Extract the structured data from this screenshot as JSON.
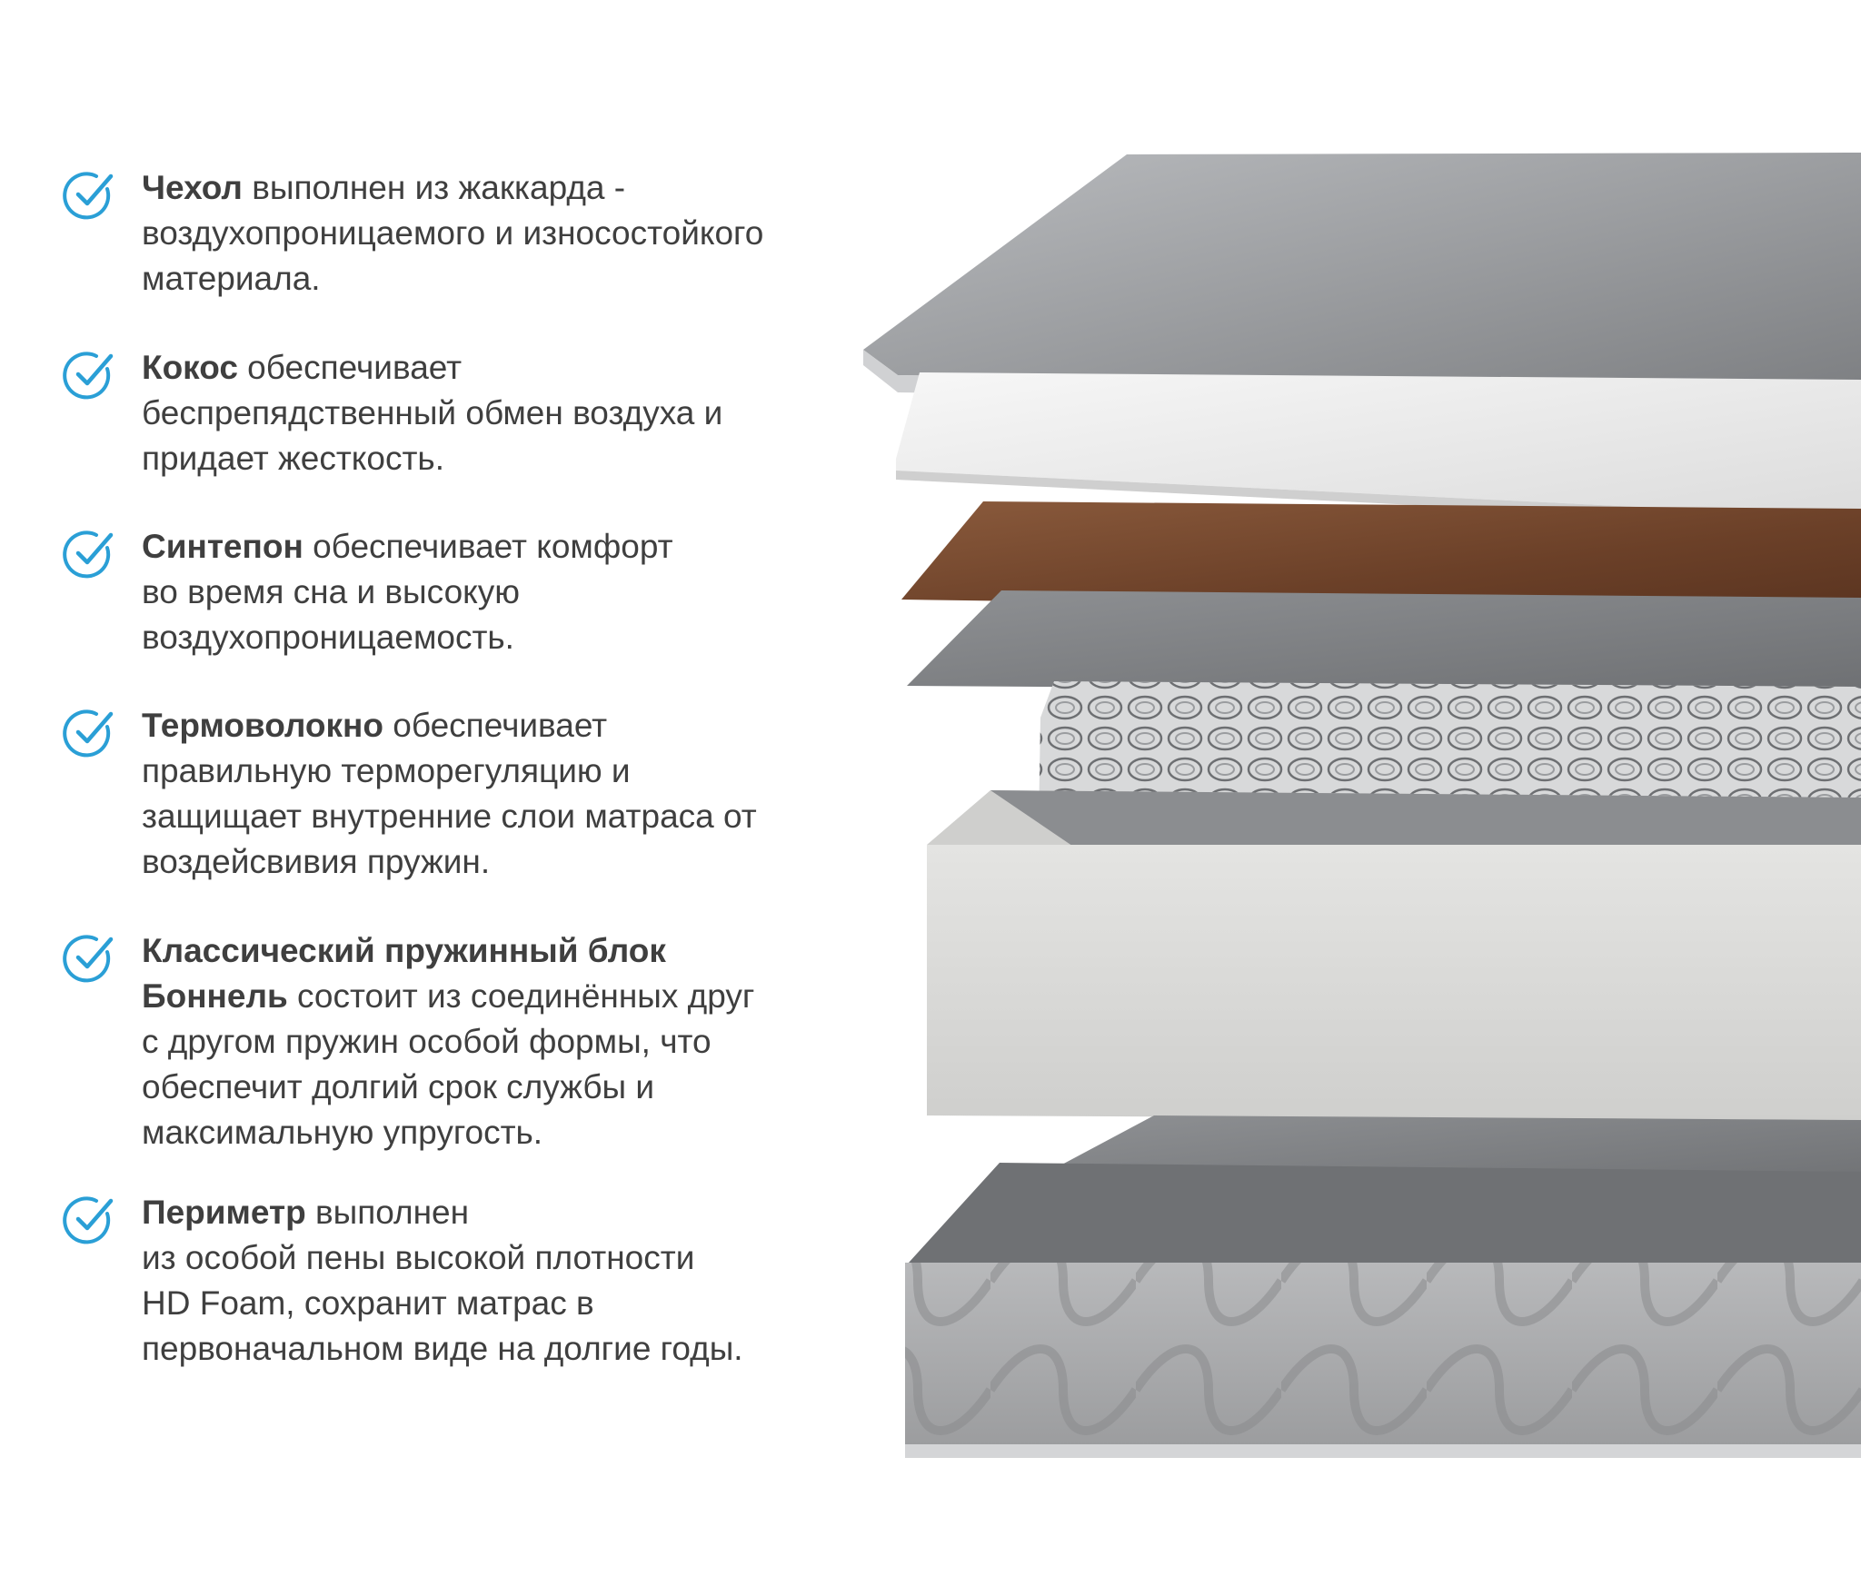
{
  "features": [
    {
      "icon": "check-circle-icon",
      "lines": [
        {
          "bold": "Чехол",
          "rest": " выполнен из жаккарда -"
        },
        {
          "bold": "",
          "rest": "воздухопроницаемого и износостойкого"
        },
        {
          "bold": "",
          "rest": "материала."
        }
      ]
    },
    {
      "icon": "check-circle-icon",
      "lines": [
        {
          "bold": "Кокос",
          "rest": " обеспечивает"
        },
        {
          "bold": "",
          "rest": "беспрепядственный обмен воздуха и"
        },
        {
          "bold": "",
          "rest": "придает жесткость."
        }
      ]
    },
    {
      "icon": "check-circle-icon",
      "lines": [
        {
          "bold": "Синтепон",
          "rest": " обеспечивает комфорт"
        },
        {
          "bold": "",
          "rest": "во время сна и высокую"
        },
        {
          "bold": "",
          "rest": "воздухопроницаемость."
        }
      ]
    },
    {
      "icon": "check-circle-icon",
      "lines": [
        {
          "bold": "Термоволокно",
          "rest": " обеспечивает"
        },
        {
          "bold": "",
          "rest": "правильную терморегуляцию и"
        },
        {
          "bold": "",
          "rest": "защищает внутренние слои матраса от"
        },
        {
          "bold": "",
          "rest": "воздейсвивия пружин."
        }
      ]
    },
    {
      "icon": "check-circle-icon",
      "lines": [
        {
          "bold": "Классический пружинный блок",
          "rest": ""
        },
        {
          "bold": "Боннель",
          "rest": " состоит из соединённых друг"
        },
        {
          "bold": "",
          "rest": "с другом пружин особой формы, что"
        },
        {
          "bold": "",
          "rest": "обеспечит долгий срок службы и"
        },
        {
          "bold": "",
          "rest": "максимальную упругость."
        }
      ]
    },
    {
      "icon": "check-circle-icon",
      "lines": [
        {
          "bold": "Периметр",
          "rest": " выполнен"
        },
        {
          "bold": "",
          "rest": "из особой пены высокой плотности"
        },
        {
          "bold": "",
          "rest": "HD Foam, сохранит матрас в"
        },
        {
          "bold": "",
          "rest": "первоначальном виде на долгие годы."
        }
      ]
    }
  ],
  "colors": {
    "check_accent": "#2a9fd6",
    "text": "#3f3f3f"
  }
}
